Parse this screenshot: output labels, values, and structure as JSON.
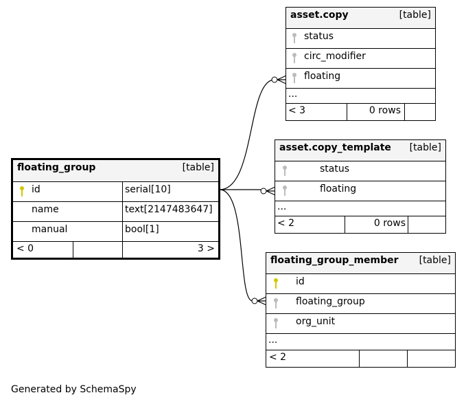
{
  "tables": {
    "floating_group": {
      "name": "floating_group",
      "kind": "[table]",
      "columns": [
        {
          "name": "id",
          "type": "serial[10]",
          "key": "primary"
        },
        {
          "name": "name",
          "type": "text[2147483647]",
          "key": "none"
        },
        {
          "name": "manual",
          "type": "bool[1]",
          "key": "none"
        }
      ],
      "footer": {
        "parents": "< 0",
        "children": "3 >"
      }
    },
    "asset_copy": {
      "name": "asset.copy",
      "kind": "[table]",
      "columns": [
        {
          "name": "status",
          "key": "foreign"
        },
        {
          "name": "circ_modifier",
          "key": "foreign"
        },
        {
          "name": "floating",
          "key": "foreign"
        }
      ],
      "ellipsis": "...",
      "footer": {
        "parents": "< 3",
        "rows": "0 rows"
      }
    },
    "asset_copy_template": {
      "name": "asset.copy_template",
      "kind": "[table]",
      "columns": [
        {
          "name": "status",
          "key": "foreign"
        },
        {
          "name": "floating",
          "key": "foreign"
        }
      ],
      "ellipsis": "...",
      "footer": {
        "parents": "< 2",
        "rows": "0 rows"
      }
    },
    "floating_group_member": {
      "name": "floating_group_member",
      "kind": "[table]",
      "columns": [
        {
          "name": "id",
          "key": "primary"
        },
        {
          "name": "floating_group",
          "key": "foreign"
        },
        {
          "name": "org_unit",
          "key": "foreign"
        }
      ],
      "ellipsis": "...",
      "footer": {
        "parents": "< 2"
      }
    }
  },
  "colors": {
    "primary_key": "#d4c800",
    "foreign_key": "#aaaaaa",
    "header_bg": "#f4f4f4"
  },
  "generated_by": "Generated by SchemaSpy"
}
